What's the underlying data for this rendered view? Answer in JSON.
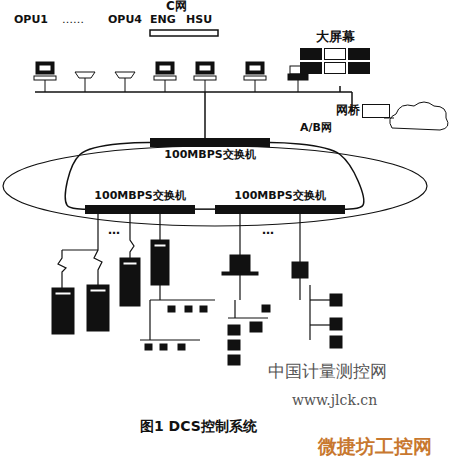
{
  "diagram": {
    "caption": "图1 DCS控制系统",
    "nodes": [
      {
        "text": [
          "100MBPS交换机"
        ]
      },
      {
        "text": [
          "100MBPS交换机"
        ]
      },
      {
        "text": [
          "100MBPS交换机"
        ]
      },
      {
        "text": [
          "大屏幕"
        ]
      },
      {
        "text": [
          "网桥"
        ]
      }
    ],
    "edges": [
      {
        "from": 0,
        "to": 1,
        "arrow": "none"
      },
      {
        "from": 0,
        "to": 2,
        "arrow": "none"
      },
      {
        "from": 1,
        "to": 2,
        "arrow": "none"
      }
    ],
    "labels": [
      "C网",
      "OPU1",
      "……",
      "OPU4",
      "ENG",
      "HSU",
      "A/B网",
      "…",
      "…",
      "中国计量测控网",
      "www.jlck.cn",
      "微捷坊工控网"
    ]
  }
}
